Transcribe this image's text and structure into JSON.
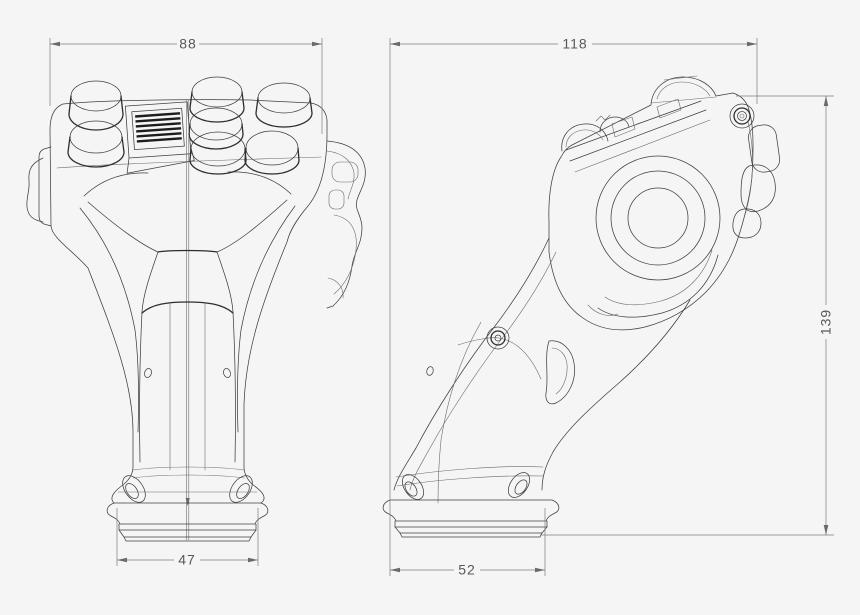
{
  "drawing": {
    "type": "technical-orthographic-drawing",
    "subject": "joystick-grip",
    "background_color": "#f5f5f6",
    "line_color": "#3f3f3f",
    "dimension_color": "#7d7d7d",
    "dimensions": {
      "front_head_width": "88",
      "side_head_width": "118",
      "front_base_width": "47",
      "side_base_width": "52",
      "side_height": "139"
    }
  }
}
